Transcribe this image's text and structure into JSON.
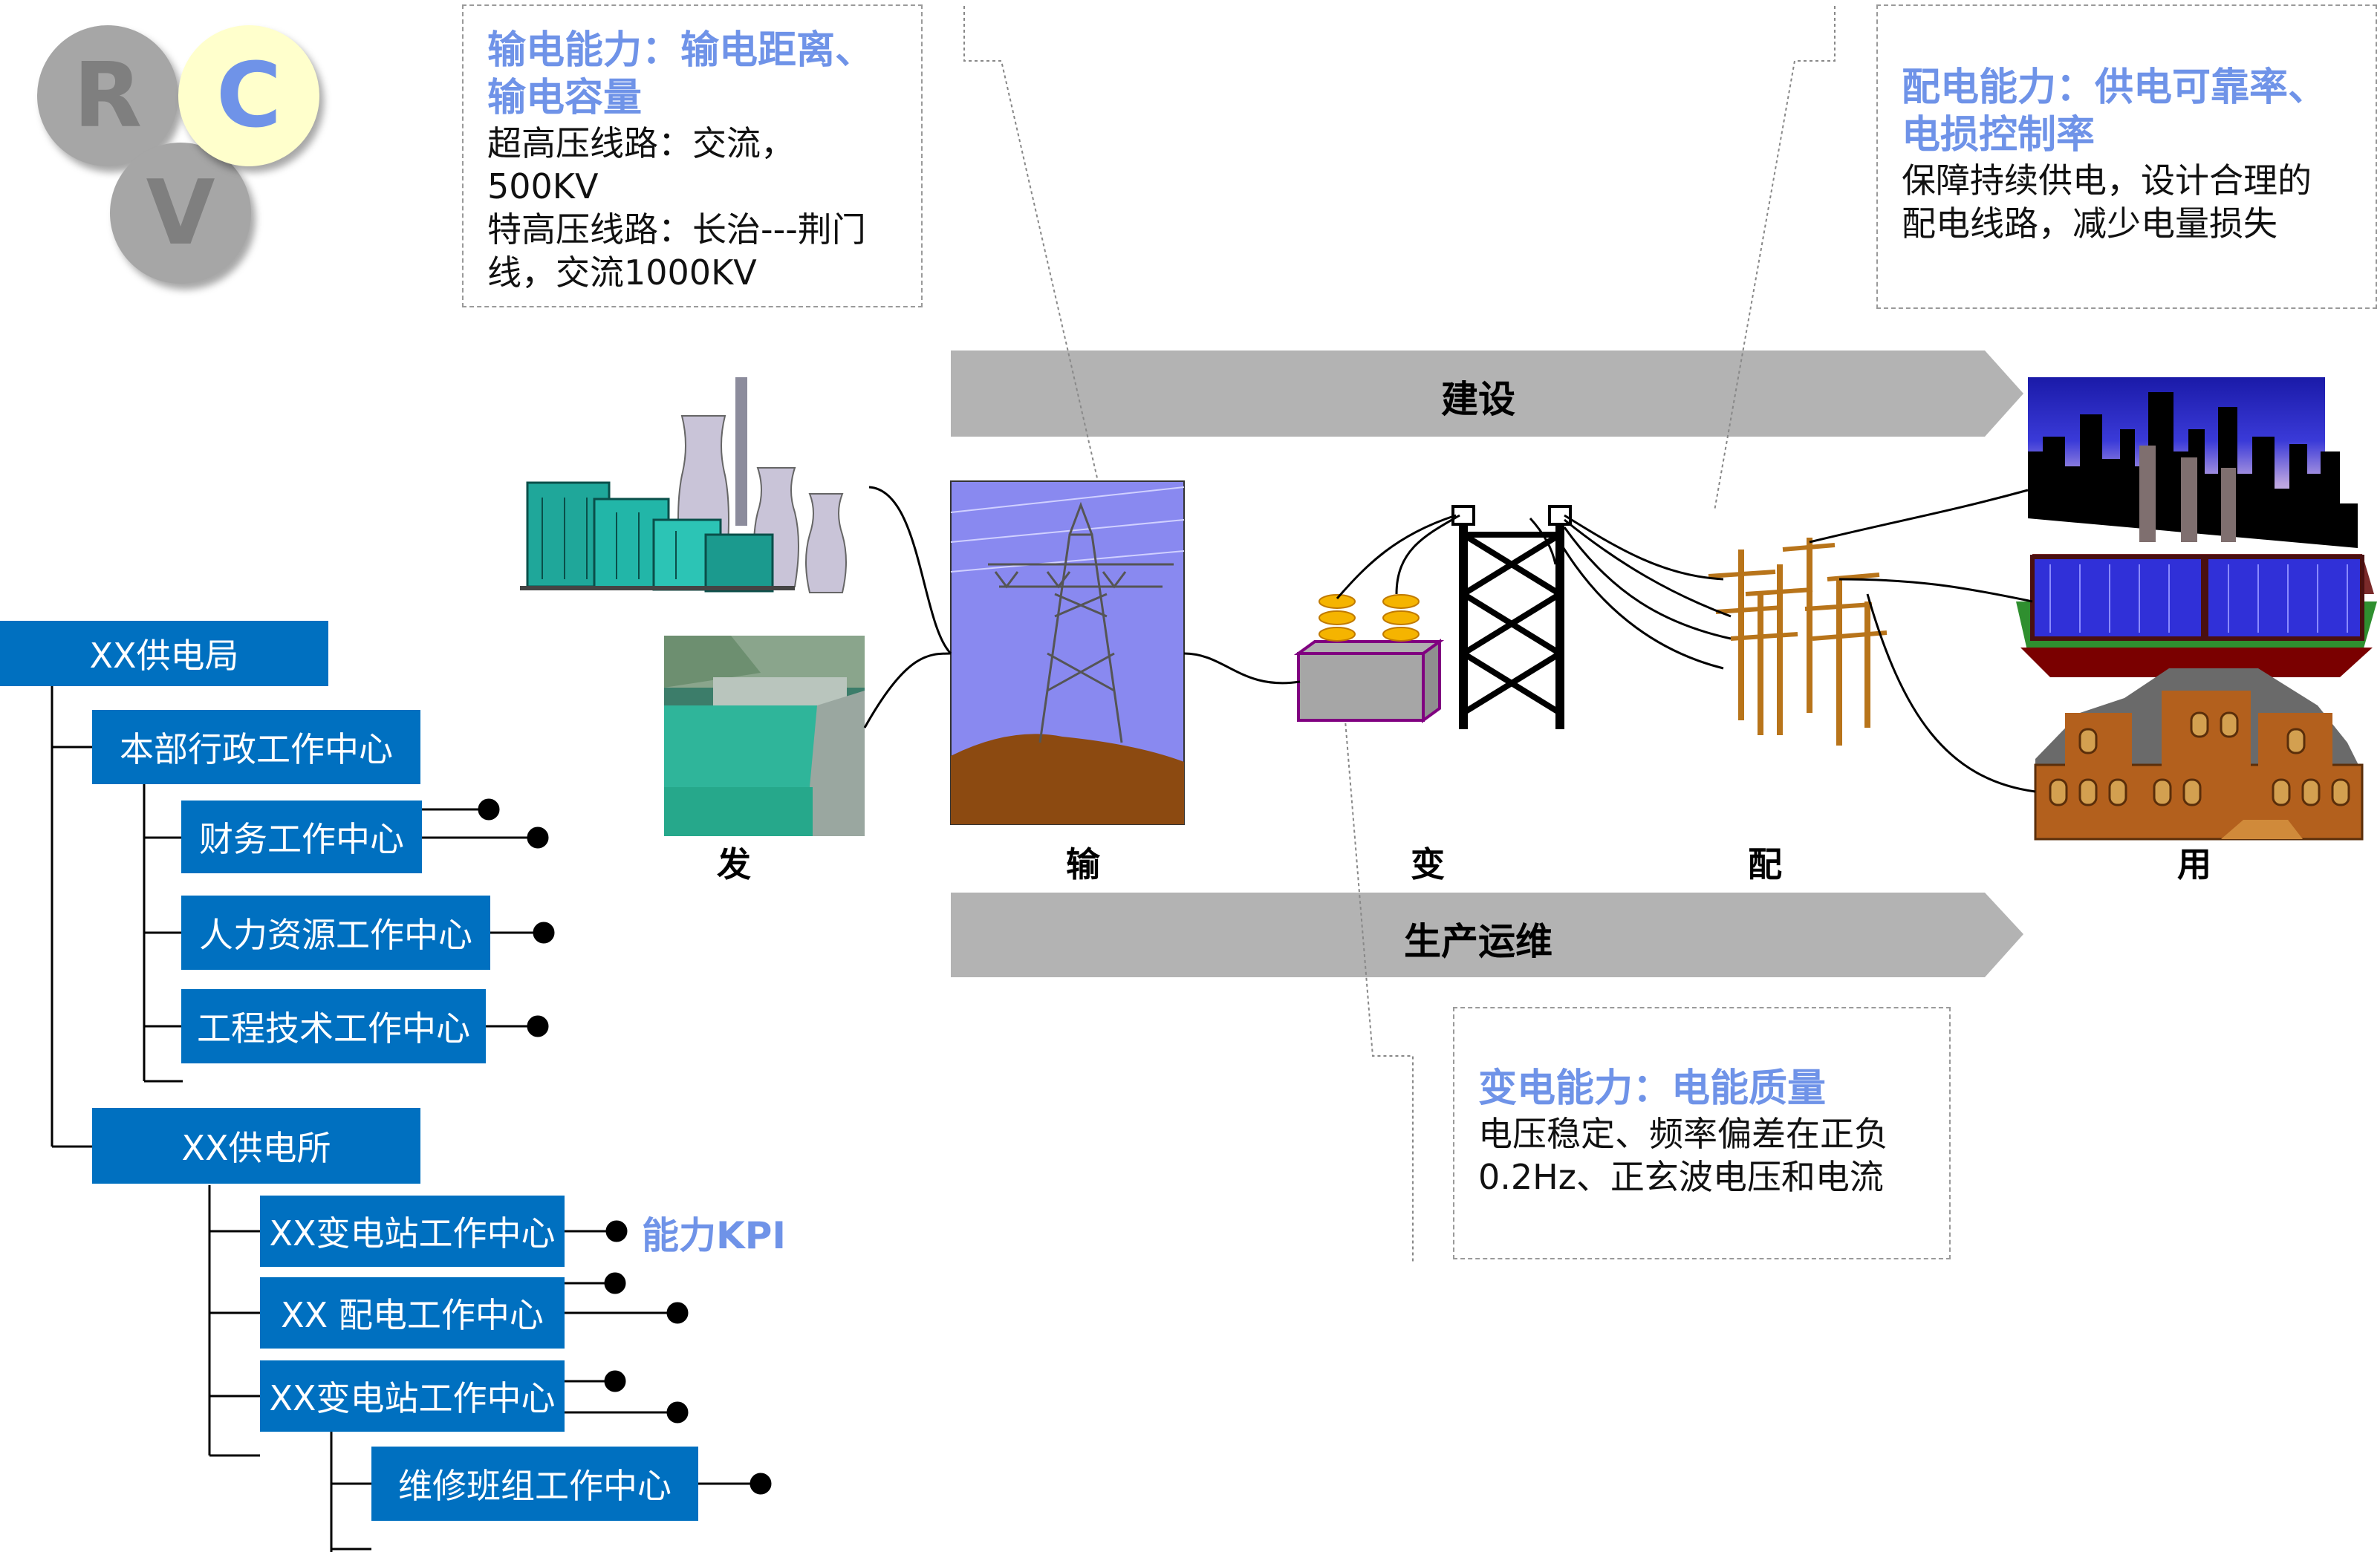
{
  "logo": {
    "r": "R",
    "c": "C",
    "v": "V"
  },
  "callouts": {
    "transmission": {
      "title": "输电能力：输电距离、输电容量",
      "lines": [
        "超高压线路：交流，",
        "500KV",
        "特高压线路：长治---荆门",
        "线，交流1000KV"
      ]
    },
    "distribution": {
      "title": "配电能力：供电可靠率、电损控制率",
      "lines": [
        "保障持续供电，设计合理的",
        "配电线路，减少电量损失"
      ]
    },
    "substation": {
      "title": "变电能力：电能质量",
      "lines": [
        "电压稳定、频率偏差在正负",
        "0.2Hz、正玄波电压和电流"
      ]
    }
  },
  "arrows": {
    "top": "建设",
    "bottom": "生产运维"
  },
  "stages": [
    "发",
    "输",
    "变",
    "配",
    "用"
  ],
  "org": {
    "root": "XX供电局",
    "hq": "本部行政工作中心",
    "finance": "财务工作中心",
    "hr": "人力资源工作中心",
    "eng": "工程技术工作中心",
    "station": "XX供电所",
    "sub1": "XX变电站工作中心",
    "dist": "XX 配电工作中心",
    "sub2": "XX变电站工作中心",
    "maint": "维修班组工作中心",
    "kpi": "能力KPI"
  },
  "colors": {
    "orgBlue": "#0070c0",
    "calloutTitle": "#6f93e8",
    "arrowGray": "#b3b3b3",
    "logoC": "#ffffcc"
  }
}
